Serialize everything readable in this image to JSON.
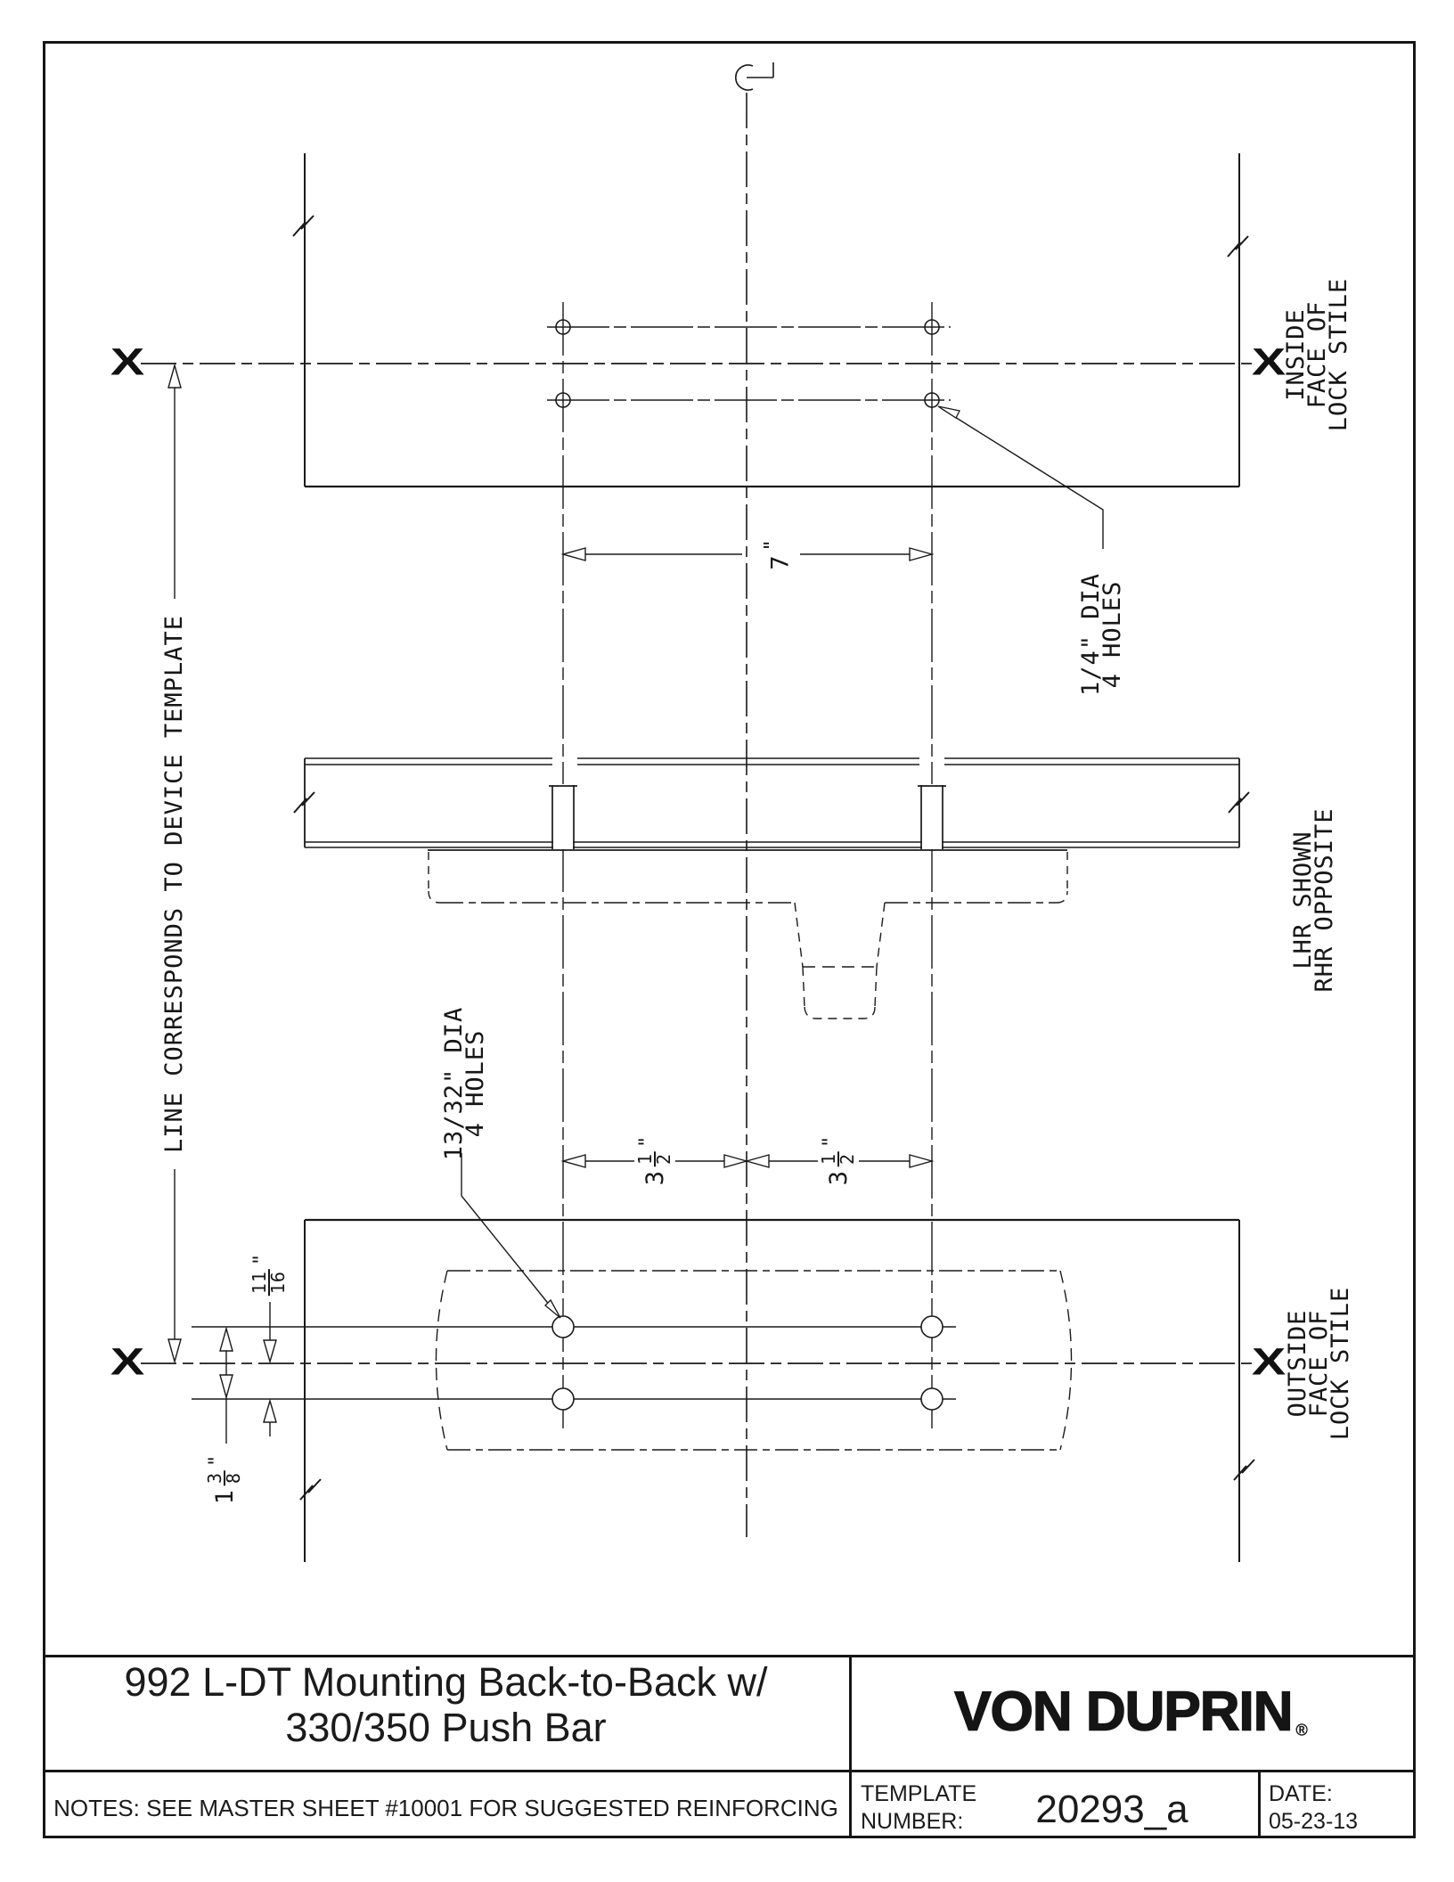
{
  "drawing": {
    "x_marker": "X",
    "labels": {
      "device_line": "LINE CORRESPONDS TO DEVICE TEMPLATE",
      "inside_stile": [
        "INSIDE",
        "FACE OF",
        "LOCK STILE"
      ],
      "outside_stile": [
        "OUTSIDE",
        "FACE OF",
        "LOCK STILE"
      ],
      "handing": [
        "LHR SHOWN",
        "RHR OPPOSITE"
      ],
      "quarter_holes": [
        "1/4\" DIA",
        "4 HOLES"
      ],
      "thirteen_thirtyseconds_holes": [
        "13/32\" DIA",
        "4 HOLES"
      ]
    },
    "dimensions": {
      "seven": {
        "whole": "7",
        "inch": "\""
      },
      "three_half_left": {
        "whole": "3",
        "num": "1",
        "den": "2",
        "inch": "\""
      },
      "three_half_right": {
        "whole": "3",
        "num": "1",
        "den": "2",
        "inch": "\""
      },
      "eleven_sixteenths": {
        "num": "11",
        "den": "16",
        "inch": "\""
      },
      "one_three_eighths": {
        "whole": "1",
        "num": "3",
        "den": "8",
        "inch": "\""
      }
    }
  },
  "title_block": {
    "title_line1": "992 L-DT Mounting Back-to-Back w/",
    "title_line2": "330/350 Push Bar",
    "brand": "VON DUPRIN",
    "registered_mark": "®",
    "notes": "NOTES: SEE MASTER SHEET #10001 FOR SUGGESTED REINFORCING",
    "template_label": [
      "TEMPLATE",
      "NUMBER:"
    ],
    "template_number": "20293_a",
    "date_label": "DATE:",
    "date_value": "05-23-13"
  }
}
